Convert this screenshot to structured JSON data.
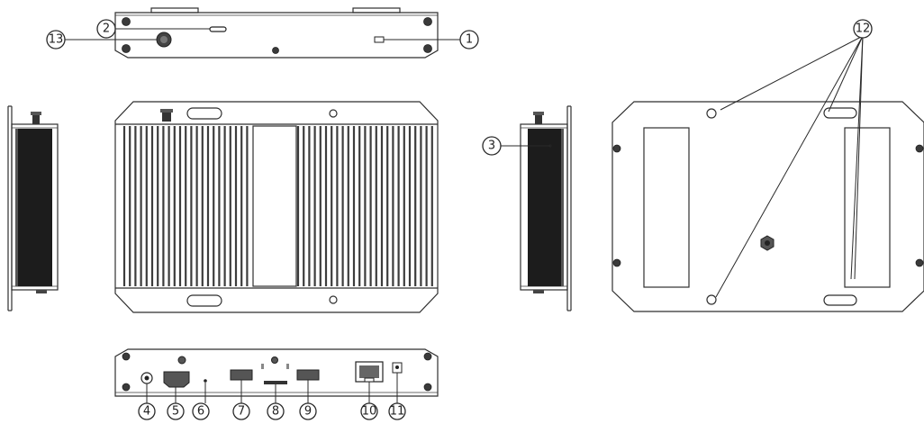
{
  "callouts": [
    {
      "id": "1",
      "label": "1"
    },
    {
      "id": "2",
      "label": "2"
    },
    {
      "id": "3",
      "label": "3"
    },
    {
      "id": "4",
      "label": "4"
    },
    {
      "id": "5",
      "label": "5"
    },
    {
      "id": "6",
      "label": "6"
    },
    {
      "id": "7",
      "label": "7"
    },
    {
      "id": "8",
      "label": "8"
    },
    {
      "id": "9",
      "label": "9"
    },
    {
      "id": "10",
      "label": "10"
    },
    {
      "id": "11",
      "label": "11"
    },
    {
      "id": "12",
      "label": "12"
    },
    {
      "id": "13",
      "label": "13"
    }
  ],
  "colors": {
    "line": "#2f2f2f",
    "background": "#ffffff"
  }
}
